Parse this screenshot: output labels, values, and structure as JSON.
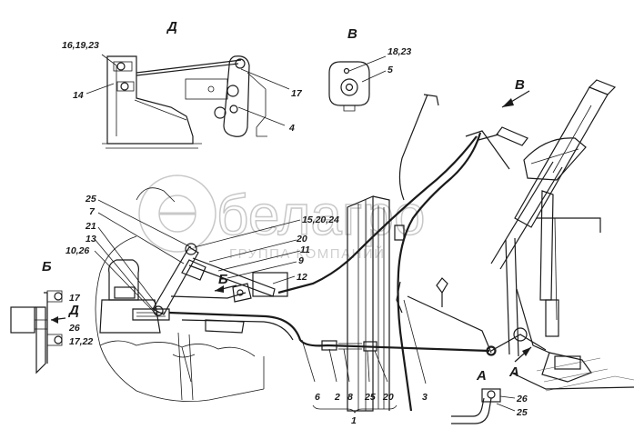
{
  "watermark": {
    "brand": "белагро",
    "subtitle": "ГРУППА КОМПАНИЙ"
  },
  "view_labels": {
    "view_d_top": "Д",
    "view_v_top": "В",
    "view_v_arrow": "В",
    "view_b_left": "Б",
    "view_d_left": "Д",
    "view_b_mid": "Б",
    "view_a_bottom": "А",
    "view_a_arrow": "А"
  },
  "callouts": {
    "c_16_19_23": "16,19,23",
    "c_14": "14",
    "c_17_top": "17",
    "c_4": "4",
    "c_18_23": "18,23",
    "c_5": "5",
    "c_25_left": "25",
    "c_7": "7",
    "c_21": "21",
    "c_13": "13",
    "c_10_26": "10,26",
    "c_15_20_24": "15,20,24",
    "c_20": "20",
    "c_11": "11",
    "c_9": "9",
    "c_12": "12",
    "c_17_left": "17",
    "c_26_left": "26",
    "c_17_22": "17,22",
    "c_6": "6",
    "c_2": "2",
    "c_8": "8",
    "c_25_bottom": "25",
    "c_20_bottom": "20",
    "c_1": "1",
    "c_3": "3",
    "c_26_right": "26",
    "c_25_right": "25"
  }
}
